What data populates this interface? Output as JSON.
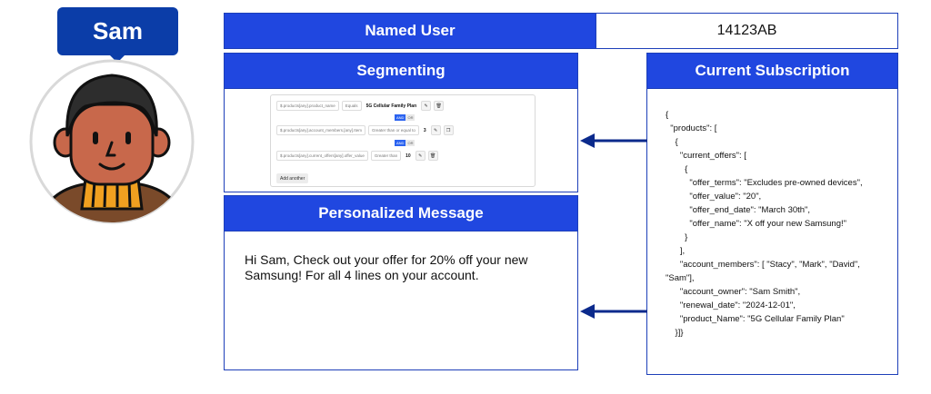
{
  "user": {
    "name": "Sam"
  },
  "named_user": {
    "label": "Named User",
    "value": "14123AB"
  },
  "segmenting": {
    "title": "Segmenting",
    "rows": [
      {
        "field": "$.products[any].product_name",
        "operator": "Equals",
        "value": "5G Cellular Family Plan"
      },
      {
        "field": "$.products[any].account_members.[any].Item",
        "operator": "Greater than or equal to",
        "value": "3"
      },
      {
        "field": "$.products[any].current_offers[any].offer_value",
        "operator": "Greater than",
        "value": "10"
      }
    ],
    "and_label": "AND",
    "or_label": "OR",
    "add_label": "Add another"
  },
  "message": {
    "title": "Personalized Message",
    "text": "Hi Sam, Check out your offer for 20% off your new Samsung! For all 4 lines on your account."
  },
  "subscription": {
    "title": "Current Subscription",
    "json_lines": [
      "{",
      "  \"products\": [",
      "    {",
      "      \"current_offers\": [",
      "        {",
      "          \"offer_terms\": \"Excludes pre-owned devices\",",
      "          \"offer_value\": \"20\",",
      "          \"offer_end_date\": \"March 30th\",",
      "          \"offer_name\": \"X off your new Samsung!\"",
      "        }",
      "      ],",
      "      \"account_members\": [ \"Stacy\", \"Mark\", \"David\",",
      "\"Sam\"],",
      "      \"account_owner\": \"Sam Smith\",",
      "      \"renewal_date\": \"2024-12-01\",",
      "      \"product_Name\": \"5G Cellular Family Plan\"",
      "    }]}"
    ]
  },
  "colors": {
    "accent": "#2047e0",
    "bubble": "#0b3da8",
    "arrow": "#0b2a8c"
  }
}
